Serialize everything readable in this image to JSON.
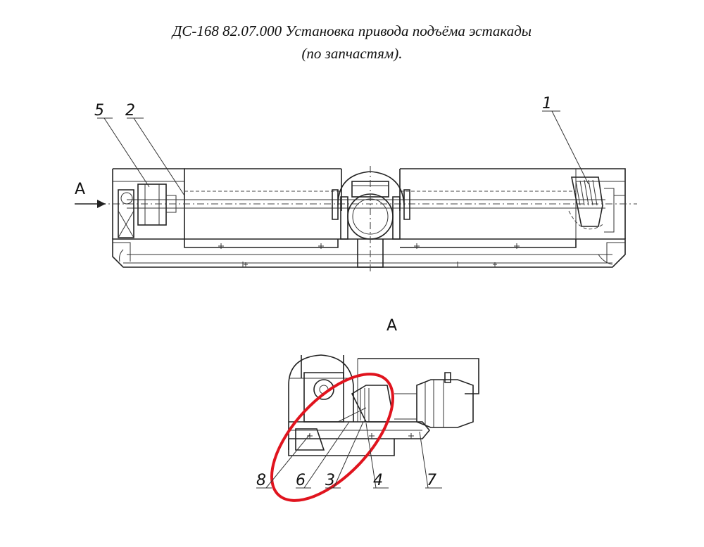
{
  "title": {
    "line1": "ДС-168 82.07.000 Установка привода подъёма эстакады",
    "line2": "(по запчастям)."
  },
  "view_marker": "A",
  "view_title": "A",
  "callouts": {
    "c1": "1",
    "c2": "2",
    "c3": "3",
    "c4": "4",
    "c5": "5",
    "c6": "6",
    "c7": "7",
    "c8": "8"
  },
  "colors": {
    "line": "#222222",
    "highlight": "#e0141e"
  }
}
